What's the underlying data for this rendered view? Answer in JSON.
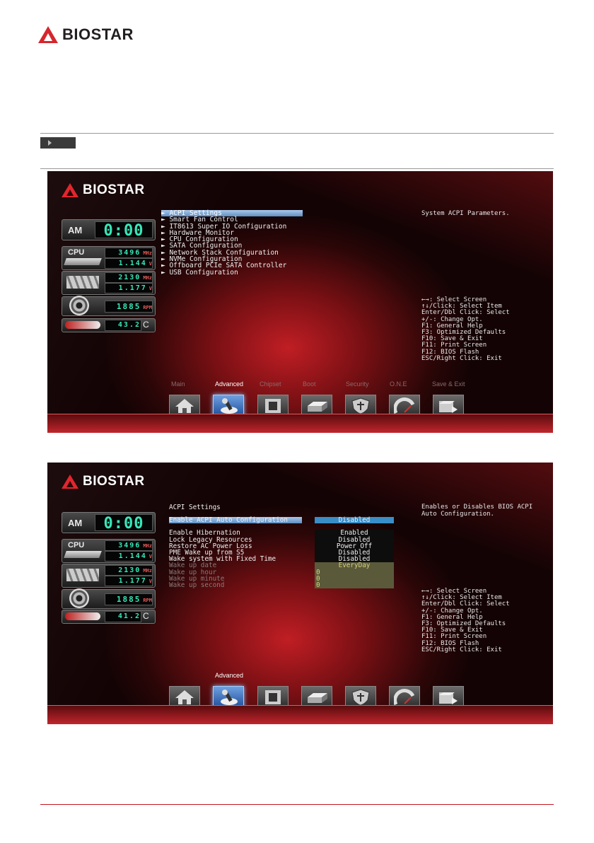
{
  "brand": "BIOSTAR",
  "screen1": {
    "brand": "BIOSTAR",
    "clock": {
      "period": "AM",
      "time": "0:00"
    },
    "cpu": {
      "label": "CPU",
      "freq": "3496",
      "freq_unit": "MHz",
      "volt": "1.144",
      "volt_unit": "V"
    },
    "mem": {
      "freq": "2130",
      "freq_unit": "MHz",
      "volt": "1.177",
      "volt_unit": "V"
    },
    "fan": {
      "rpm": "1885",
      "unit": "RPM"
    },
    "temp": {
      "value": "43.2",
      "unit": "C"
    },
    "menu_items": [
      "ACPI Settings",
      "Smart Fan Control",
      "IT8613 Super IO Configuration",
      "Hardware Monitor",
      "CPU Configuration",
      "SATA Configuration",
      "Network Stack Configuration",
      "NVMe Configuration",
      "Offboard PCIe SATA Controller",
      "USB Configuration"
    ],
    "description": "System ACPI Parameters.",
    "tabs": [
      "Main",
      "Advanced",
      "Chipset",
      "Boot",
      "Security",
      "O.N.E",
      "Save & Exit"
    ]
  },
  "screen2": {
    "brand": "BIOSTAR",
    "clock": {
      "period": "AM",
      "time": "0:00"
    },
    "cpu": {
      "label": "CPU",
      "freq": "3496",
      "freq_unit": "MHz",
      "volt": "1.144",
      "volt_unit": "V"
    },
    "mem": {
      "freq": "2130",
      "freq_unit": "MHz",
      "volt": "1.177",
      "volt_unit": "V"
    },
    "fan": {
      "rpm": "1885",
      "unit": "RPM"
    },
    "temp": {
      "value": "41.2",
      "unit": "C"
    },
    "section_title": "ACPI Settings",
    "settings": [
      {
        "label": "Enable ACPI Auto Configuration",
        "value": "Disabled"
      },
      {
        "label": "Enable Hibernation",
        "value": "Enabled"
      },
      {
        "label": "Lock Legacy Resources",
        "value": "Disabled"
      },
      {
        "label": "Restore AC Power Loss",
        "value": "Power Off"
      },
      {
        "label": "PME Wake up from S5",
        "value": "Disabled"
      },
      {
        "label": "Wake system with Fixed Time",
        "value": "Disabled"
      },
      {
        "label": "Wake up date",
        "value": "EveryDay"
      },
      {
        "label": "Wake up hour",
        "value": "0"
      },
      {
        "label": "Wake up minute",
        "value": "0"
      },
      {
        "label": "Wake up second",
        "value": "0"
      }
    ],
    "description": "Enables or Disables BIOS ACPI Auto Configuration.",
    "active_tab": "Advanced"
  },
  "help": [
    "←→: Select Screen",
    "↑↓/Click: Select Item",
    "Enter/Dbl Click: Select",
    "+/-: Change Opt.",
    "F1: General Help",
    "F3: Optimized Defaults",
    "F10: Save & Exit",
    "F11: Print Screen",
    "F12: BIOS Flash",
    "ESC/Right Click: Exit"
  ],
  "colors": {
    "accent_red": "#d6262e",
    "selection_blue": "#5f8fc2",
    "lcd_green": "#38e6b8"
  }
}
